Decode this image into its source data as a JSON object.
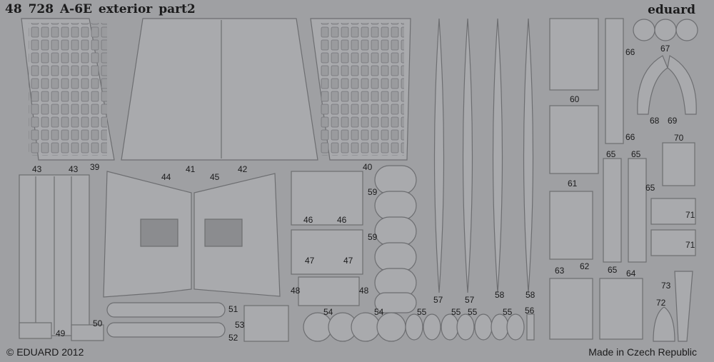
{
  "header": {
    "set_number": "48 728",
    "set_name": "A-6E exterior",
    "part": "part2",
    "brand": "eduard"
  },
  "footer": {
    "copyright": "© EDUARD 2012",
    "origin": "Made in Czech Republic"
  },
  "part_numbers": [
    "39",
    "40",
    "41",
    "42",
    "43",
    "43",
    "44",
    "45",
    "46",
    "46",
    "47",
    "47",
    "48",
    "48",
    "49",
    "50",
    "51",
    "52",
    "53",
    "54",
    "54",
    "55",
    "55",
    "55",
    "55",
    "56",
    "57",
    "57",
    "58",
    "58",
    "59",
    "59",
    "60",
    "61",
    "62",
    "63",
    "64",
    "65",
    "65",
    "65",
    "65",
    "66",
    "66",
    "67",
    "68",
    "69",
    "70",
    "71",
    "71",
    "72",
    "73"
  ],
  "colors": {
    "sheet": "#9fa0a3",
    "metal": "#a9aaad",
    "outline": "#6d6e71",
    "text": "#1b1b1c"
  }
}
